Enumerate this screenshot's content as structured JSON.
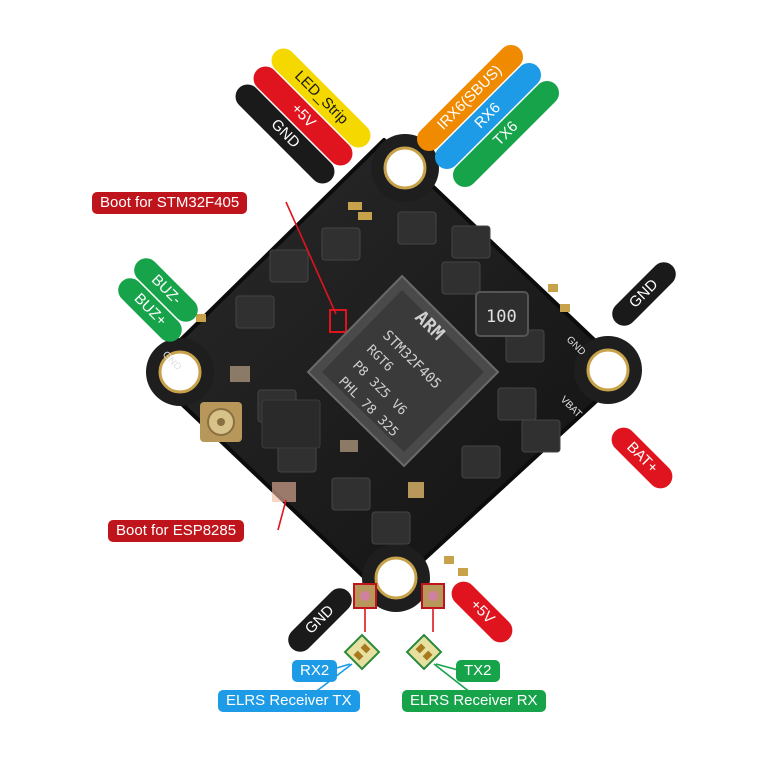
{
  "chip": {
    "brand": "ARM",
    "model": "STM32F405",
    "line1": "RGT6",
    "line2": "P8 3Z5 V6",
    "line3": "PHL 78 325"
  },
  "inductor_label": "100",
  "pads": {
    "gnd_left": "GND",
    "gnd_right": "GND",
    "vbat": "VBAT"
  },
  "labels": {
    "led_strip": "LED_Strip",
    "plus5v_top": "+5V",
    "gnd_top": "GND",
    "rx6_sbus": "IRX6(SBUS)",
    "rx6": "RX6",
    "tx6": "TX6",
    "boot_stm": "Boot for STM32F405",
    "buz_minus": "BUZ-",
    "buz_plus": "BUZ+",
    "gnd_right": "GND",
    "bat_plus": "BAT+",
    "boot_esp": "Boot for ESP8285",
    "gnd_bottom": "GND",
    "plus5v_bottom": "+5V",
    "rx2": "RX2",
    "tx2": "TX2",
    "elrs_tx": "ELRS Receiver TX",
    "elrs_rx": "ELRS Receiver RX"
  },
  "colors": {
    "yellow": "#f4d800",
    "red": "#e0141e",
    "black": "#1a1a1a",
    "orange": "#f08a00",
    "blue": "#1e9be6",
    "green": "#16a34a",
    "dark_red": "#c0141c",
    "board": "#1c1c1c",
    "gold": "#c8a24a"
  }
}
